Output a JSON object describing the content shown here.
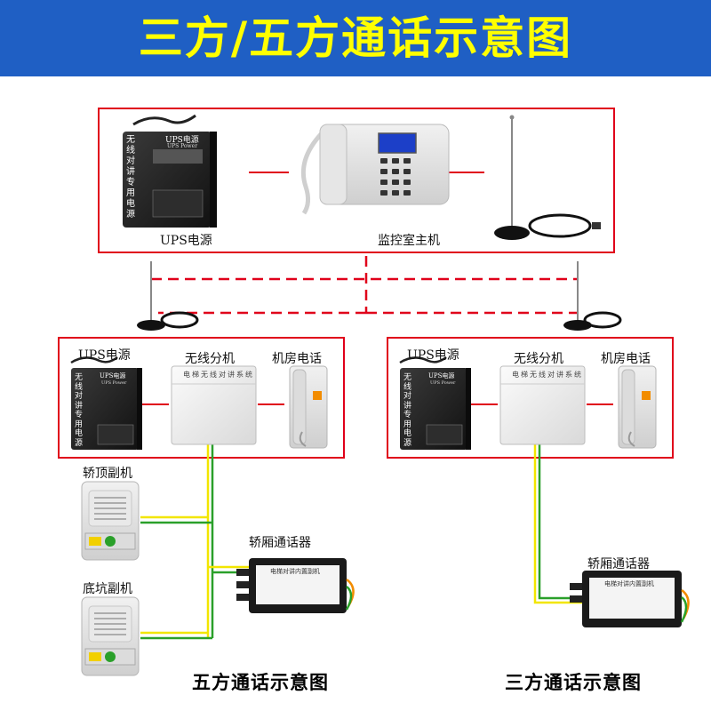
{
  "title": "三方/五方通话示意图",
  "colors": {
    "banner": "#1f5fc4",
    "title_text": "#ffff00",
    "frame": "#e0001a",
    "wire_yellow": "#f2e600",
    "wire_green": "#2aa02a"
  },
  "control_room": {
    "ups_label": "UPS电源",
    "host_label": "监控室主机",
    "ups_face": {
      "brand": "UPS电源",
      "sub": "UPS Power",
      "vertical": "无线对讲专用电源"
    }
  },
  "five_party": {
    "ups_label": "UPS电源",
    "wireless_label": "无线分机",
    "room_phone_label": "机房电话",
    "car_top_label": "轿顶副机",
    "pit_label": "底坑副机",
    "cabin_label": "轿厢通话器",
    "caption": "五方通话示意图",
    "ups_face": {
      "brand": "UPS电源",
      "sub": "UPS Power",
      "vertical": "无线对讲专用电源"
    },
    "wireless_face": "电梯无线对讲系统",
    "cabin_face": "电梯对讲内置副机"
  },
  "three_party": {
    "ups_label": "UPS电源",
    "wireless_label": "无线分机",
    "room_phone_label": "机房电话",
    "cabin_label": "轿厢通话器",
    "caption": "三方通话示意图",
    "ups_face": {
      "brand": "UPS电源",
      "sub": "UPS Power",
      "vertical": "无线对讲专用电源"
    },
    "wireless_face": "电梯无线对讲系统",
    "cabin_face": "电梯对讲内置副机"
  }
}
